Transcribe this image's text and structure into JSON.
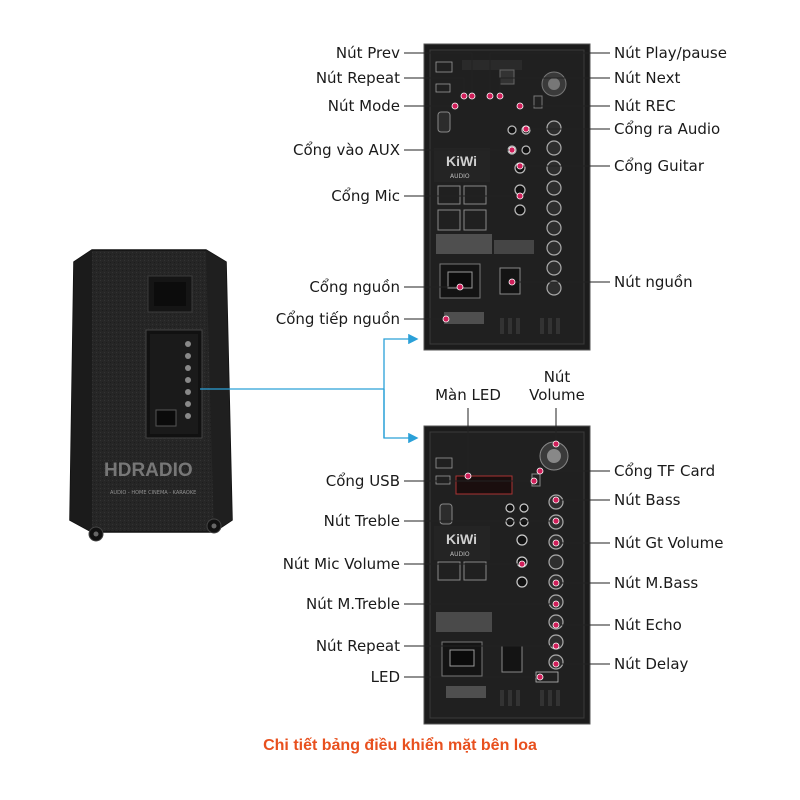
{
  "caption": "Chi tiết bảng điều khiển mặt bên loa",
  "brand": {
    "logo": "HDRADIO",
    "tagline": "AUDIO - HOME CINEMA - KARAOKE",
    "panel_logo": "KiWi",
    "panel_logo_sub": "AUDIO"
  },
  "top_panel": {
    "left_labels": [
      "Nút Prev",
      "Nút Repeat",
      "Nút Mode",
      "Cổng vào AUX",
      "Cổng Mic",
      "Cổng nguồn",
      "Cổng tiếp nguồn"
    ],
    "right_labels": [
      "Nút Play/pause",
      "Nút Next",
      "Nút REC",
      "Cổng ra Audio",
      "Cổng Guitar",
      "Nút nguồn"
    ]
  },
  "bottom_panel": {
    "top_labels": [
      "Màn LED",
      "Nút\nVolume"
    ],
    "left_labels": [
      "Cổng USB",
      "Nút Treble",
      "Nút Mic Volume",
      "Nút M.Treble",
      "Nút Repeat",
      "LED"
    ],
    "right_labels": [
      "Cổng TF Card",
      "Nút Bass",
      "Nút Gt Volume",
      "Nút M.Bass",
      "Nút Echo",
      "Nút Delay"
    ]
  },
  "colors": {
    "accent": "#e8501e",
    "pointer": "#d01f5a",
    "arrow": "#2aa0d8",
    "panel": "#1c1c1c",
    "cabinet": "#2a2a2a"
  }
}
